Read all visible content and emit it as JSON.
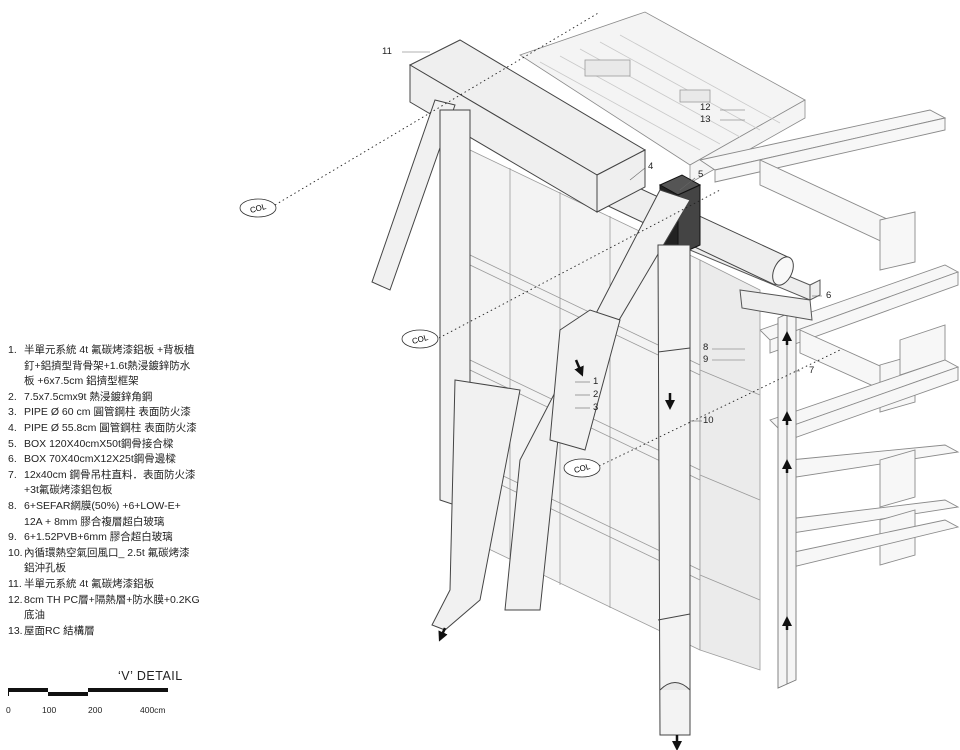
{
  "legend": [
    {
      "num": "1.",
      "text": "半單元系統 4t 氟碳烤漆鋁板 +背板植\n釘+鋁擠型背骨架+1.6t熱浸鍍鋅防水\n板 +6x7.5cm 鋁擠型框架"
    },
    {
      "num": "2.",
      "text": "7.5x7.5cmx9t 熱浸鍍鋅角鋼"
    },
    {
      "num": "3.",
      "text": "PIPE Ø 60 cm 圓管鋼柱 表面防火漆"
    },
    {
      "num": "4.",
      "text": "PIPE Ø 55.8cm 圓管鋼柱 表面防火漆"
    },
    {
      "num": "5.",
      "text": "BOX 120X40cmX50t鋼骨接合樑"
    },
    {
      "num": "6.",
      "text": "BOX 70X40cmX12X25t鋼骨邊樑"
    },
    {
      "num": "7.",
      "text": "12x40cm 鋼骨吊柱直料．表面防火漆\n+3t氟碳烤漆鋁包板"
    },
    {
      "num": "8.",
      "text": "6+SEFAR網膜(50%) +6+LOW-E+\n12A + 8mm  膠合複層超白玻璃"
    },
    {
      "num": "9.",
      "text": "6+1.52PVB+6mm 膠合超白玻璃"
    },
    {
      "num": "10.",
      "text": "內循環熱空氣回風口_ 2.5t 氟碳烤漆\n鋁沖孔板"
    },
    {
      "num": "11.",
      "text": "半單元系統 4t 氟碳烤漆鋁板"
    },
    {
      "num": "12.",
      "text": "8cm TH PC層+隔熱層+防水膜+0.2KG\n底油"
    },
    {
      "num": "13.",
      "text": "屋面RC 結構層"
    }
  ],
  "title": "‘V’ DETAIL",
  "scale": {
    "labels": [
      "0",
      "100",
      "200",
      "400cm"
    ]
  },
  "callouts": {
    "c1": "1",
    "c2": "2",
    "c3": "3",
    "c4": "4",
    "c5": "5",
    "c6": "6",
    "c7": "7",
    "c8": "8",
    "c9": "9",
    "c10": "10",
    "c11": "11",
    "c12": "12",
    "c13": "13"
  },
  "col_tags": [
    "COL",
    "COL",
    "COL"
  ]
}
